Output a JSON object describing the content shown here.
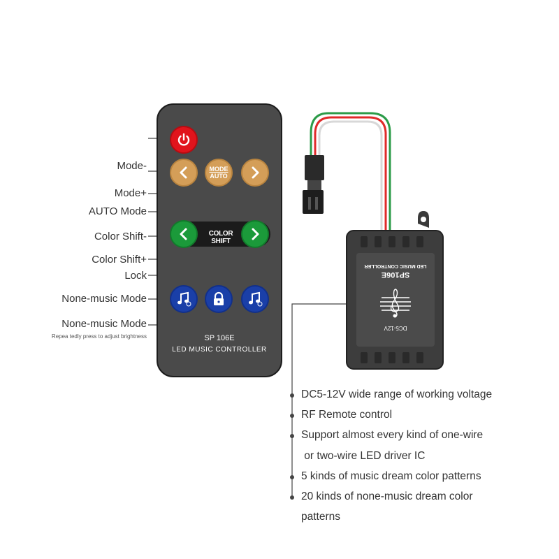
{
  "remote": {
    "color_bar_label": "COLOR SHIFT",
    "auto_button_top": "MODE",
    "auto_button_bottom": "AUTO",
    "model": "SP 106E",
    "subtitle": "LED MUSIC CONTROLLER"
  },
  "labels": {
    "mode_minus": "Mode-",
    "mode_plus": "Mode+",
    "auto_mode": "AUTO Mode",
    "color_shift_minus": "Color Shift-",
    "color_shift_plus": "Color Shift+",
    "lock": "Lock",
    "none_music_1": "None-music Mode",
    "none_music_2": "None-music Mode",
    "brightness_note": "Repea tedly press to adjust brightness"
  },
  "controller": {
    "title": "LED MUSIC CONTROLLER",
    "model": "SP106E",
    "voltage": "DC5-12V"
  },
  "features": [
    "DC5-12V wide range of working voltage",
    "RF Remote control",
    "Support almost every kind of one-wire",
    " or two-wire LED driver IC",
    "5 kinds of music dream color patterns",
    "20 kinds of none-music dream color",
    "patterns"
  ],
  "colors": {
    "remote_body": "#4a4a4a",
    "power": "#e1141c",
    "mode_buttons": "#d49e58",
    "color_shift_buttons": "#1b9a3a",
    "music_buttons": "#1a3fa8",
    "controller_body": "#3d3d3d"
  },
  "icons": [
    "power-icon",
    "chevron-left-icon",
    "chevron-right-icon",
    "music-note-icon",
    "lock-icon",
    "treble-clef-icon"
  ]
}
